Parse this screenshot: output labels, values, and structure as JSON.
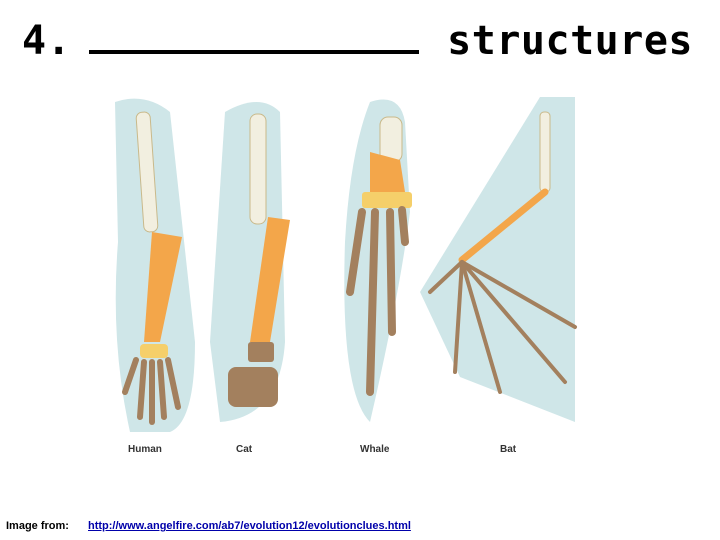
{
  "slide": {
    "number": "4.",
    "title_end": "structures"
  },
  "figure": {
    "captions": [
      "Human",
      "Cat",
      "Whale",
      "Bat"
    ],
    "colors": {
      "background": "#cfe6e8",
      "upper_bone": "#f2efe0",
      "forearm": "#f3a64a",
      "digits": "#a3805e",
      "carpals": "#f5cf6a"
    }
  },
  "footer": {
    "label": "Image from:",
    "url": "http://www.angelfire.com/ab7/evolution12/evolutionclues.html"
  }
}
